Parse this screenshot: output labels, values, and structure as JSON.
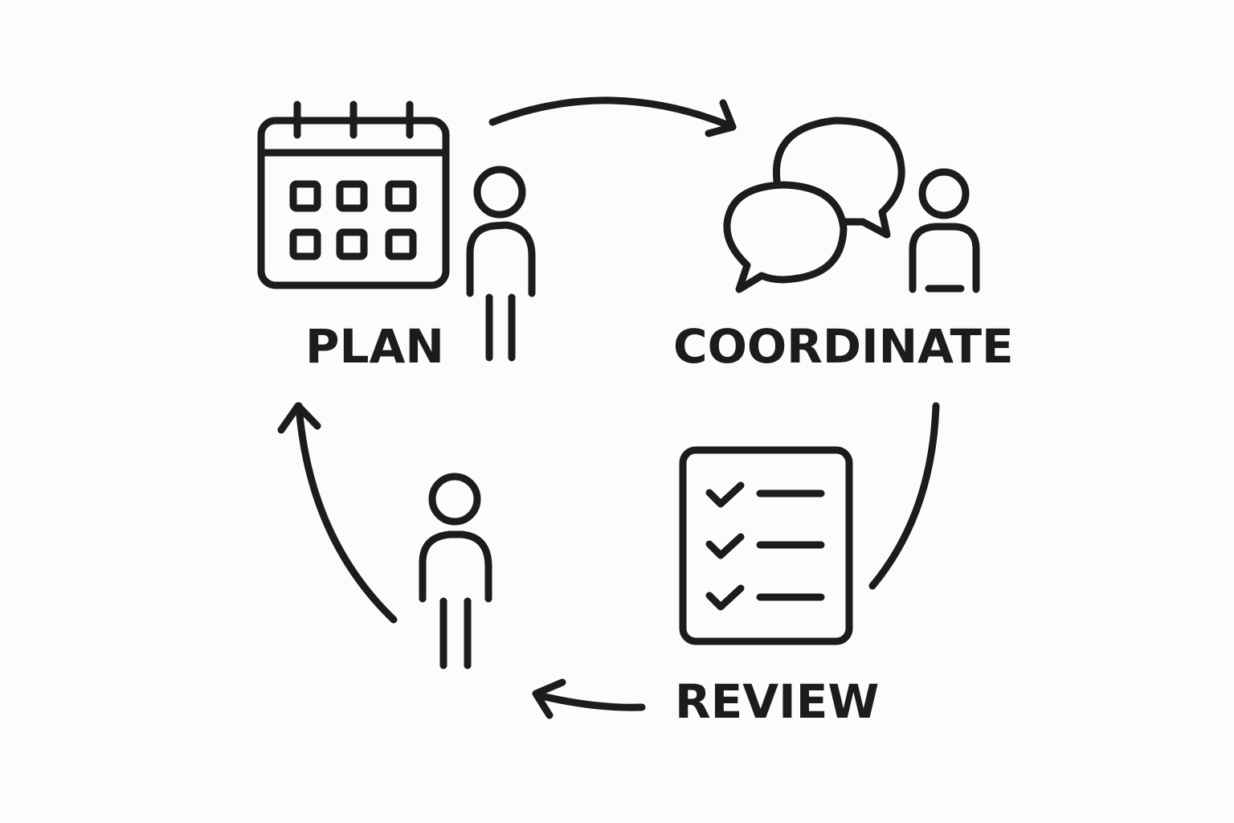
{
  "diagram": {
    "type": "cycle",
    "background": "#fcfcfa",
    "stroke_color": "#1c1c1c",
    "steps": [
      {
        "id": "plan",
        "label": "PLAN",
        "icons": [
          "calendar-icon",
          "person-icon"
        ]
      },
      {
        "id": "coordinate",
        "label": "COORDINATE",
        "icons": [
          "speech-bubbles-icon",
          "person-icon"
        ]
      },
      {
        "id": "review",
        "label": "REVIEW",
        "icons": [
          "checklist-icon"
        ]
      },
      {
        "id": "act",
        "label": "",
        "icons": [
          "person-icon"
        ]
      }
    ],
    "flow": [
      {
        "from": "plan",
        "to": "coordinate",
        "arrowhead": true
      },
      {
        "from": "coordinate",
        "to": "review",
        "arrowhead": false
      },
      {
        "from": "review",
        "to": "act",
        "arrowhead": true
      },
      {
        "from": "act",
        "to": "plan",
        "arrowhead": true
      }
    ]
  }
}
